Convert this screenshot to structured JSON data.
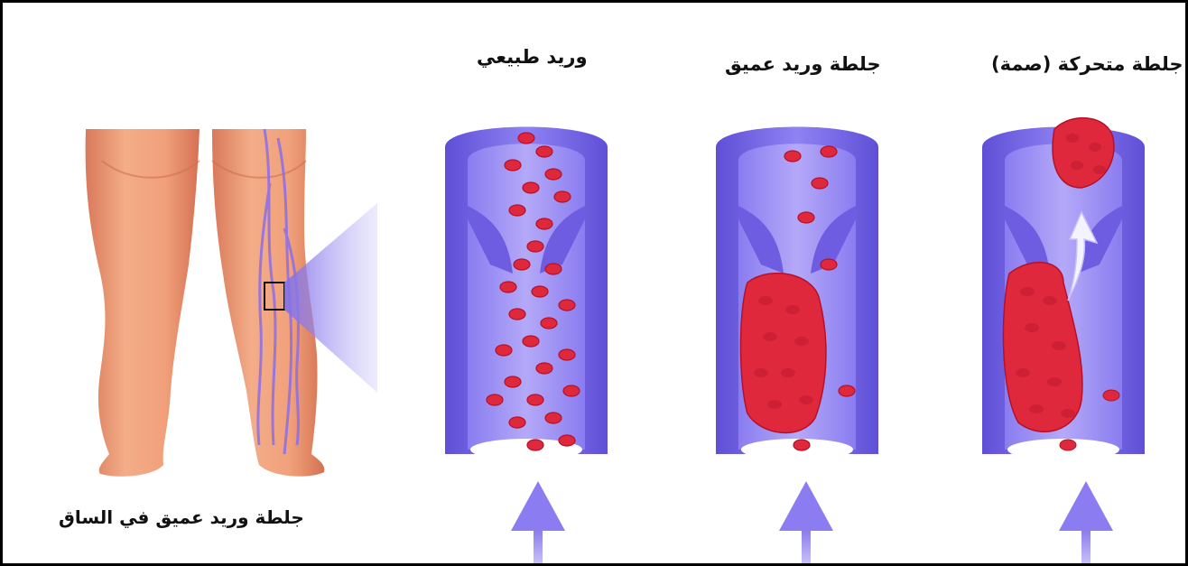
{
  "labels": {
    "normal_vein": "وريد طبيعي",
    "deep_vein_clot": "جلطة وريد عميق",
    "moving_clot": "جلطة متحركة (صمة)",
    "leg_caption": "جلطة وريد عميق في الساق"
  },
  "colors": {
    "skin": "#f1a07a",
    "skin_shadow": "#d9795a",
    "vein_outer": "#7c6ae6",
    "vein_inner": "#8a7cf0",
    "vein_lumen": "#a99cf7",
    "vein_light": "#c9c0fb",
    "blood_cell": "#e0283c",
    "blood_cell_center": "#b3122a",
    "arrow": "#8c7cf2"
  },
  "icons": {
    "flow_arrow": "up-arrow-icon",
    "embolus_arrow": "curved-up-arrow-icon"
  }
}
